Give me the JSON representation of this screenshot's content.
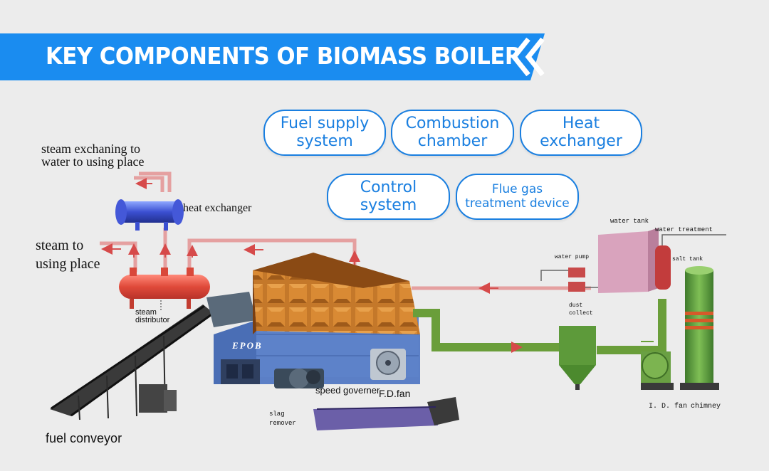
{
  "header": {
    "title": "KEY COMPONENTS OF BIOMASS BOILER",
    "colors": {
      "banner": "#1a8cf0",
      "accent": "#1a7fe0"
    }
  },
  "components": [
    {
      "id": "fuel-supply",
      "lines": [
        "Fuel supply",
        "system"
      ]
    },
    {
      "id": "combustion",
      "lines": [
        "Combustion",
        "chamber"
      ]
    },
    {
      "id": "heat-exchanger",
      "lines": [
        "Heat",
        "exchanger"
      ]
    },
    {
      "id": "control",
      "lines": [
        "Control",
        "system"
      ]
    },
    {
      "id": "flue-gas",
      "lines": [
        "Flue gas",
        "treatment device"
      ]
    }
  ],
  "diagram": {
    "steam_exchange": [
      "steam exchaning to",
      "water to using place"
    ],
    "heat_exchanger": "heat exchanger",
    "steam_to_place": [
      "steam to",
      "using place"
    ],
    "steam_distributor": [
      "steam",
      "distributor"
    ],
    "boiler_brand": "EPOB",
    "speed_governer": "speed governer",
    "fd_fan": "F.D.fan",
    "slag_remover": [
      "slag",
      "remover"
    ],
    "fuel_conveyor": "fuel conveyor",
    "water_tank": "water tank",
    "water_treatment": "water treatment",
    "water_pump": "water pump",
    "salt_tank": "salt tank",
    "dust_collect": [
      "dust",
      "collect"
    ],
    "id_fan": "I. D. fan",
    "chimney": "chimney",
    "colors": {
      "pipe": "#e28a8a",
      "flue": "#6a9e3a",
      "boiler_top": "#b86a1e",
      "boiler_base": "#5d7fc4",
      "tank": "#d6a0b8",
      "chimney": "#5a8f3e"
    }
  }
}
